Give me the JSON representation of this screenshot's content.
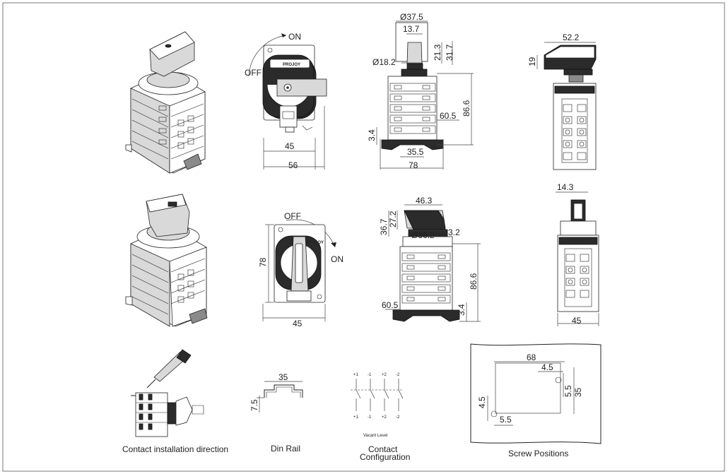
{
  "dimensions": {
    "top_front_width_inner": "45",
    "top_front_width_outer": "56",
    "top_side_knob_dia": "Ø37.5",
    "top_side_knob_width": "13.7",
    "top_side_shaft_dia": "Ø18.2",
    "top_side_h1": "21.3",
    "top_side_h2": "31.7",
    "top_side_body_h": "86.6",
    "top_side_depth": "60.5",
    "top_side_base_h": "3.4",
    "top_side_inner_w": "35.5",
    "top_side_outer_w": "78",
    "top_right_w": "52.2",
    "top_right_h": "19",
    "bot_front_h": "78",
    "bot_front_w": "45",
    "bot_side_knob_w": "46.3",
    "bot_side_h1": "36.7",
    "bot_side_h2": "27.2",
    "bot_side_dia": "Ø36.2",
    "bot_side_small": "3.2",
    "bot_side_body_h": "86.6",
    "bot_side_depth": "60.5",
    "bot_side_base_h": "3.4",
    "bot_right_top_w": "14.3",
    "bot_right_w": "45",
    "din_w": "35",
    "din_h": "7.5",
    "screw_w": "68",
    "screw_h": "35",
    "screw_a": "4.5",
    "screw_b": "5.5",
    "screw_c": "4.5",
    "screw_d": "5.5"
  },
  "switch_labels": {
    "on_top": "ON",
    "off_top": "OFF",
    "off_bottom": "OFF",
    "on_bottom": "ON",
    "brand": "PROJOY"
  },
  "contacts": {
    "top_labels": [
      "+1",
      "-1",
      "+2",
      "-2"
    ],
    "bottom_labels": [
      "+1",
      "-1",
      "+2",
      "-2"
    ],
    "vacant_level": "Vacant Level"
  },
  "captions": {
    "contact_installation": "Contact installation direction",
    "din_rail": "Din Rail",
    "contact_configuration_l1": "Contact",
    "contact_configuration_l2": "Configuration",
    "screw_positions": "Screw Positions"
  }
}
